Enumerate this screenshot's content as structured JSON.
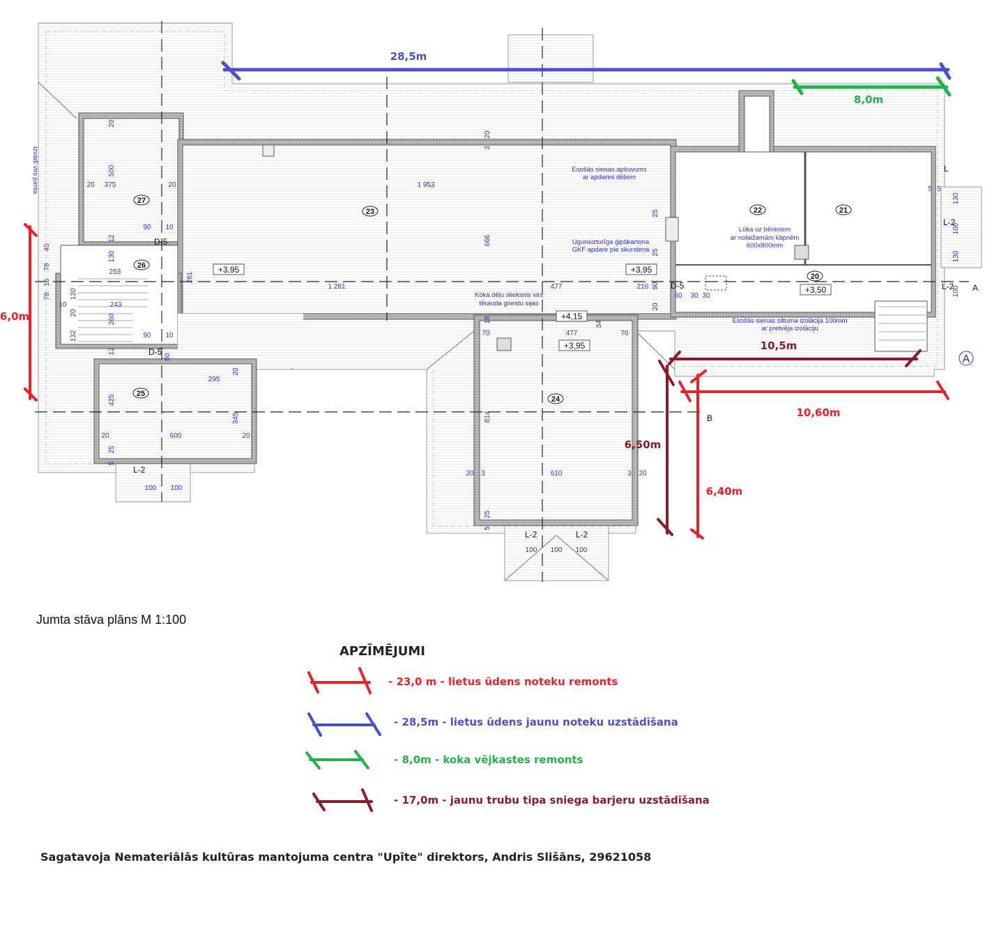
{
  "plan": {
    "caption": "Jumta stāva plāns M 1:100",
    "rooms": [
      "27",
      "23",
      "26",
      "25",
      "24",
      "22",
      "21",
      "20"
    ],
    "levels": [
      "+3,95",
      "+3,95",
      "+4,15",
      "+3,95",
      "+3,50"
    ],
    "notes": {
      "cladding_1": "Esošās sienas apšuvums",
      "cladding_2": "ar apdares dēļiem",
      "gkf_1": "Ugunsizturīga ģipškartona",
      "gkf_2": "GKF apdare pie skursteņa",
      "hatch_1": "Lūka uz bēniņiem",
      "hatch_2": "ar nolaižamām kāpnēm",
      "hatch_3": "600x800mm",
      "threshold_1": "Koka dēļu slieksnis virs",
      "threshold_2": "tērauda griestu sijas",
      "insul_1": "Esošās sienas siltuma izolācija 100mm",
      "insul_2": "ar pretvēja izolāciju",
      "vent": "Izvadi virs jumta"
    },
    "doors": [
      "D-5",
      "D-5",
      "D-5"
    ],
    "windows": [
      "L-2",
      "L-2",
      "L-2",
      "L-2",
      "L-2",
      "L"
    ],
    "axes": [
      "A",
      "A",
      "B"
    ],
    "dims": [
      "20",
      "500",
      "20",
      "375",
      "20",
      "90",
      "10",
      "12",
      "130",
      "253",
      "45",
      "78",
      "15",
      "78",
      "120",
      "10",
      "243",
      "20",
      "260",
      "132",
      "90",
      "10",
      "12",
      "80",
      "261",
      "1 953",
      "20",
      "3",
      "666",
      "1 281",
      "477",
      "216",
      "25",
      "25",
      "90",
      "20",
      "60",
      "30",
      "30",
      "18",
      "34",
      "70",
      "477",
      "70",
      "814",
      "20",
      "3",
      "610",
      "3",
      "20",
      "25",
      "5",
      "100",
      "100",
      "100",
      "295",
      "20",
      "425",
      "345",
      "20",
      "600",
      "20",
      "25",
      "5",
      "100",
      "100",
      "5",
      "5",
      "130",
      "100",
      "130",
      "100"
    ]
  },
  "annotations": {
    "blue": "28,5m",
    "green": "8,0m",
    "red_left": "6,0m",
    "red_h": "10,60m",
    "red_v": "6,40m",
    "dark_h": "10,5m",
    "dark_v": "6,50m"
  },
  "legend": {
    "title": "APZĪMĒJUMI",
    "items": [
      {
        "text": "- 23,0 m - lietus ūdens noteku remonts",
        "color": "#e8222b"
      },
      {
        "text": "- 28,5m - lietus ūdens jaunu noteku uzstādīšana",
        "color": "#4a4fcc"
      },
      {
        "text": "- 8,0m - koka vējkastes remonts",
        "color": "#22b14c"
      },
      {
        "text": "- 17,0m - jaunu trubu tipa sniega barjeru uzstādīšana",
        "color": "#8b1a2b"
      }
    ]
  },
  "footer": "Sagatavoja Nemateriālās kultūras mantojuma centra \"Upīte\" direktors, Andris Slišāns, 29621058"
}
